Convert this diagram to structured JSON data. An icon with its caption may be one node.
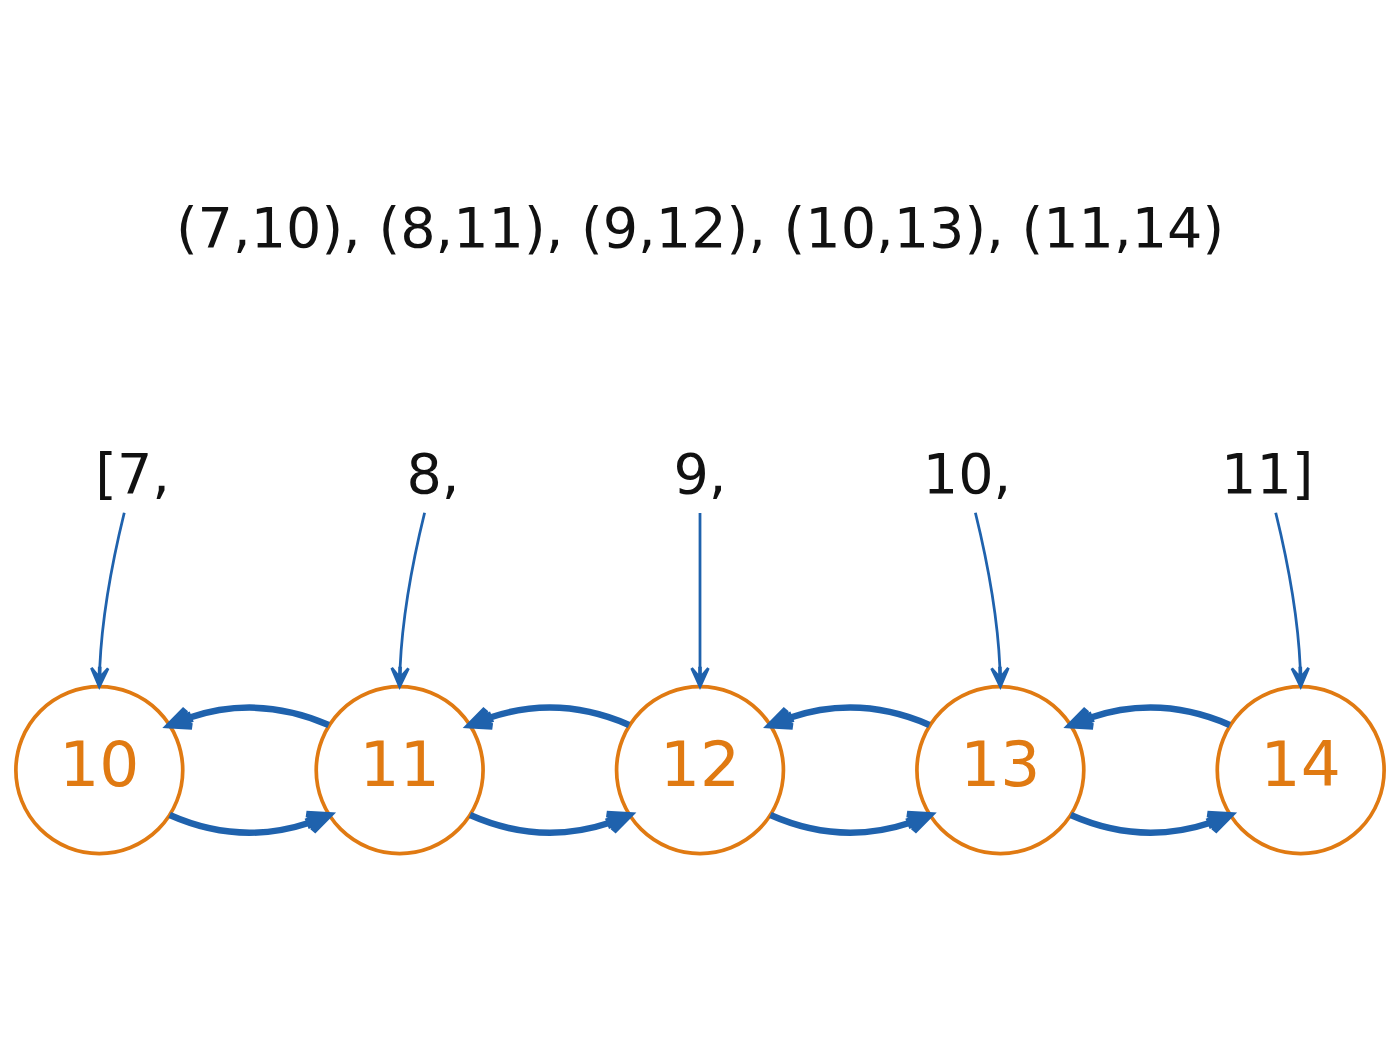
{
  "diagram": {
    "nodes": [
      {
        "text": [
          "[7,"
        ]
      },
      {
        "text": [
          "8,"
        ]
      },
      {
        "text": [
          "9,"
        ]
      },
      {
        "text": [
          "10,"
        ]
      },
      {
        "text": [
          "11]"
        ]
      },
      {
        "text": [
          "10"
        ]
      },
      {
        "text": [
          "11"
        ]
      },
      {
        "text": [
          "12"
        ]
      },
      {
        "text": [
          "13"
        ]
      },
      {
        "text": [
          "14"
        ]
      }
    ],
    "edges": [
      {
        "from": 0,
        "to": 5,
        "arrow": "to"
      },
      {
        "from": 1,
        "to": 6,
        "arrow": "to"
      },
      {
        "from": 2,
        "to": 7,
        "arrow": "to"
      },
      {
        "from": 3,
        "to": 8,
        "arrow": "to"
      },
      {
        "from": 4,
        "to": 9,
        "arrow": "to"
      },
      {
        "from": 5,
        "to": 6,
        "arrow": "to"
      },
      {
        "from": 6,
        "to": 5,
        "arrow": "to"
      },
      {
        "from": 6,
        "to": 7,
        "arrow": "to"
      },
      {
        "from": 7,
        "to": 6,
        "arrow": "to"
      },
      {
        "from": 7,
        "to": 8,
        "arrow": "to"
      },
      {
        "from": 8,
        "to": 7,
        "arrow": "to"
      },
      {
        "from": 8,
        "to": 9,
        "arrow": "to"
      },
      {
        "from": 9,
        "to": 8,
        "arrow": "to"
      }
    ],
    "labels": [
      "(7,10), (8,11), (9,12), (10,13), (11,14)"
    ]
  }
}
